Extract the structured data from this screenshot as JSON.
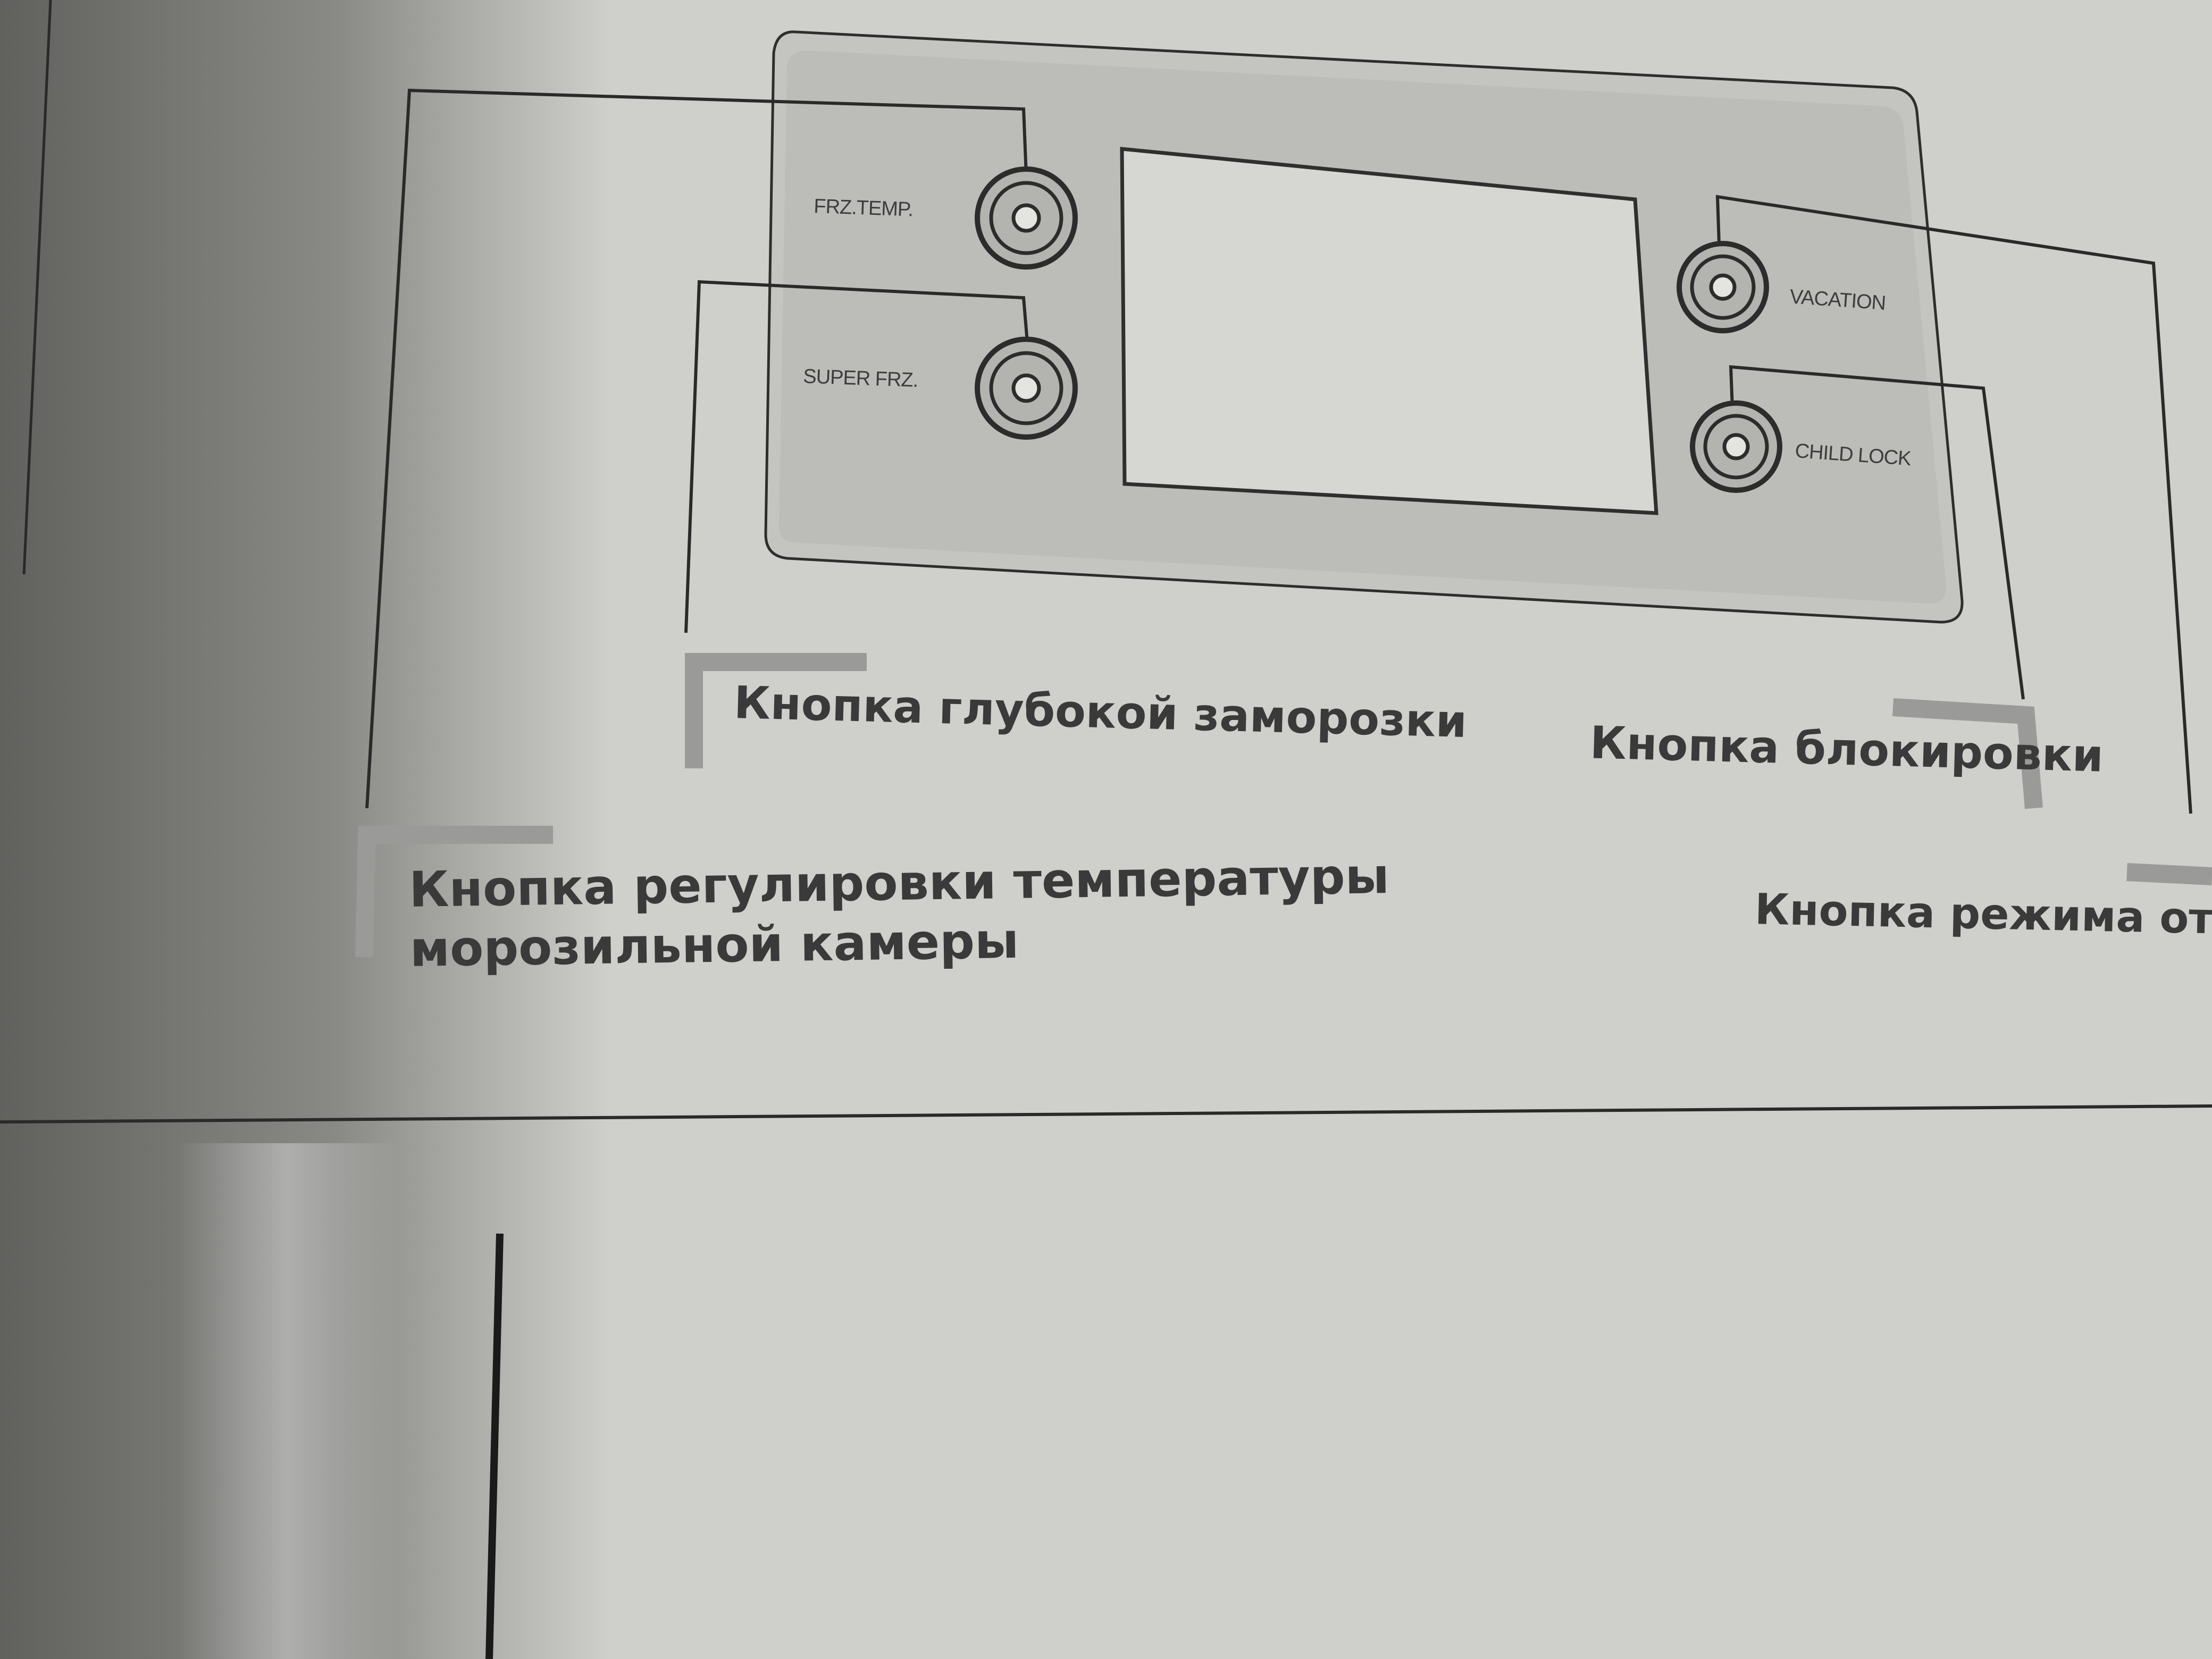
{
  "panel": {
    "buttons": {
      "frz_temp": "FRZ.TEMP.",
      "super_frz": "SUPER FRZ.",
      "vacation": "VACATION",
      "child_lock": "CHILD LOCK"
    }
  },
  "captions": {
    "super_freeze": "Кнопка глубокой заморозки",
    "lock": "Кнопка блокировки",
    "freezer_temp_line1": "Кнопка регулировки температуры",
    "freezer_temp_line2": "морозильной камеры",
    "vacation_mode": "Кнопка режима отпуска"
  },
  "colors": {
    "paper": "#cfcfcb",
    "panel": "#c6c6c3",
    "ink": "#3a3a3a"
  }
}
